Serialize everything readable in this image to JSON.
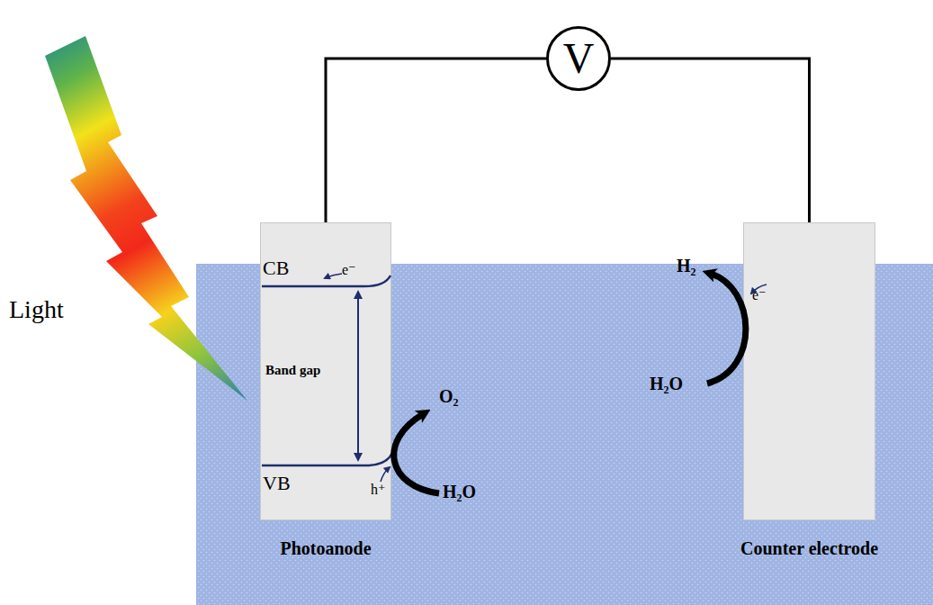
{
  "diagram": {
    "nodes": [
      {
        "text": [
          "V"
        ]
      },
      {
        "text": [
          "Photoanode"
        ]
      },
      {
        "text": [
          "Counter electrode"
        ]
      }
    ],
    "edges": [
      {
        "from": 0,
        "to": 1,
        "arrow": "none"
      },
      {
        "from": 0,
        "to": 2,
        "arrow": "none"
      }
    ],
    "labels": [
      "Light",
      "CB",
      "e⁻",
      "Band gap",
      "VB",
      "h⁺",
      "O₂",
      "H₂O",
      "H₂",
      "e⁻",
      "H₂O"
    ]
  }
}
